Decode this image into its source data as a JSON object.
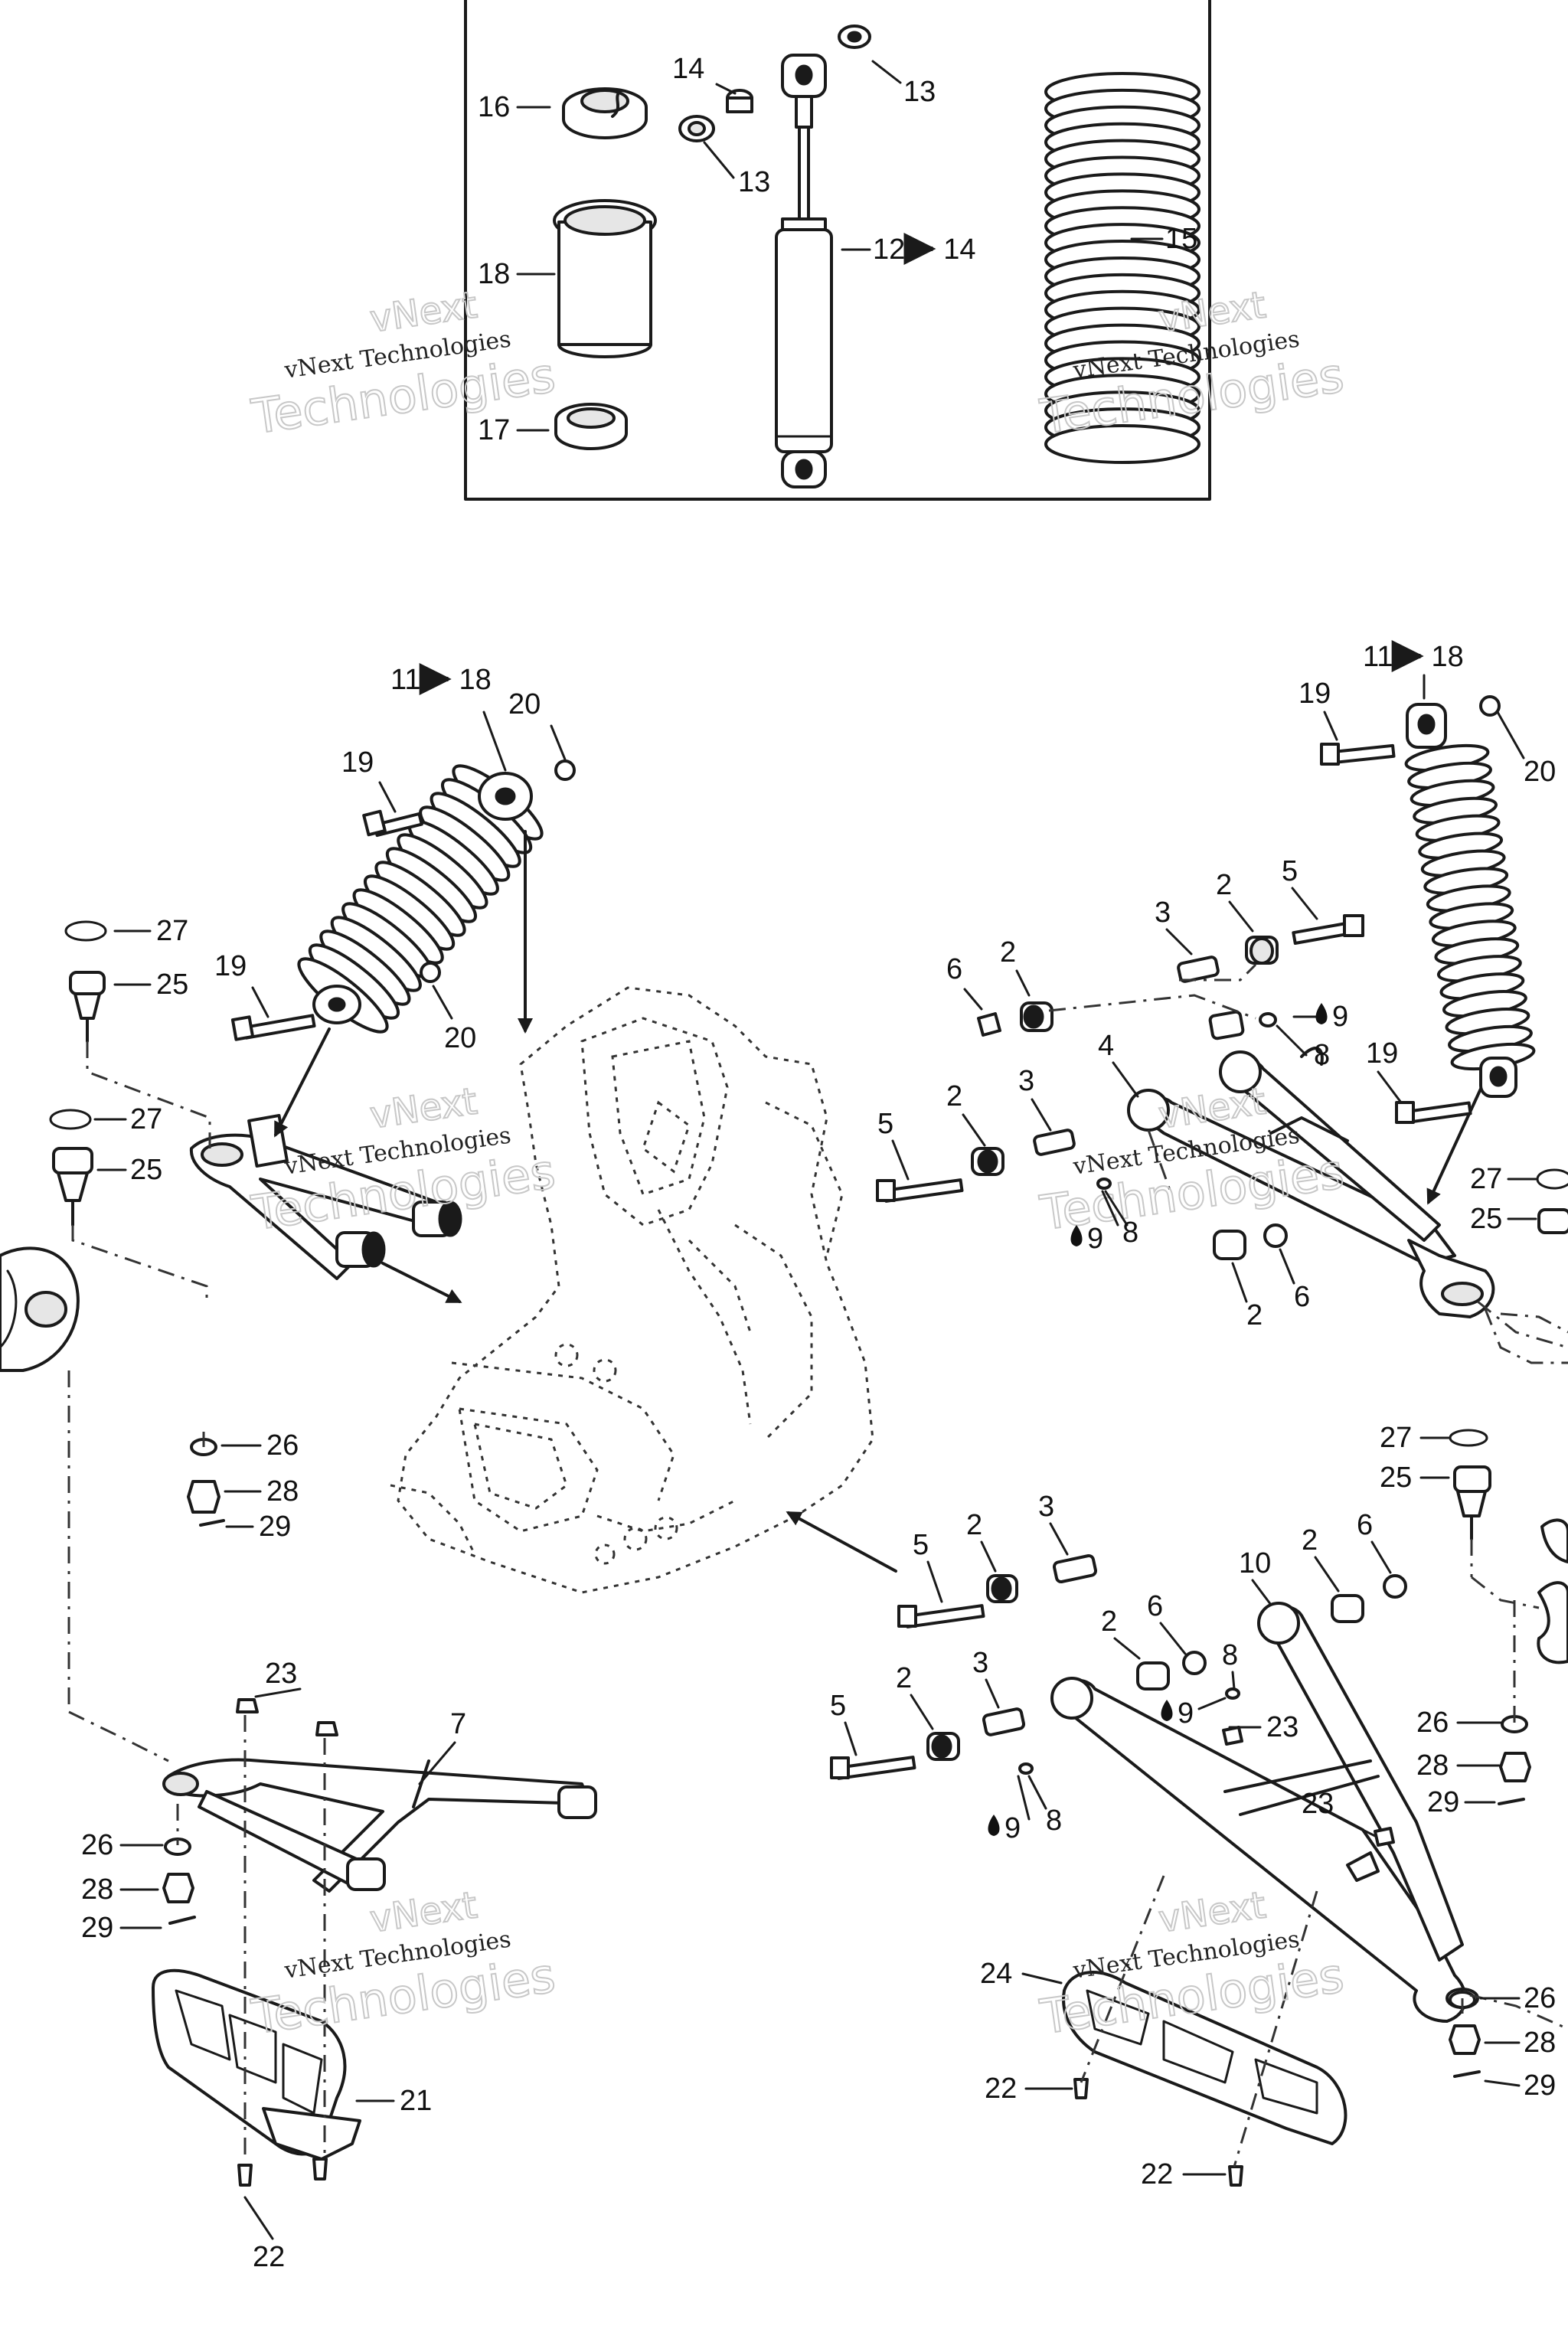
{
  "watermark": {
    "line1": "vNext",
    "line2": "Technologies",
    "caption": "vNext Technologies"
  },
  "callouts": {
    "c16": "16",
    "c18": "18",
    "c17": "17",
    "c14_top": "14",
    "c13_a": "13",
    "c13_b": "13",
    "c12_14": "12",
    "c12_14_to": "14",
    "c15": "15",
    "c11_18_left": "11",
    "c11_18_left_to": "18",
    "c20_left_a": "20",
    "c19_left_a": "19",
    "c27_left_a": "27",
    "c25_left_a": "25",
    "c19_left_b": "19",
    "c20_left_b": "20",
    "c27_left_b": "27",
    "c25_left_b": "25",
    "c26_left_a": "26",
    "c28_left_a": "28",
    "c29_left_a": "29",
    "c23_left": "23",
    "c7": "7",
    "c26_left_b": "26",
    "c28_left_b": "28",
    "c29_left_b": "29",
    "c21": "21",
    "c22_left": "22",
    "c11_18_right": "11",
    "c11_18_right_to": "18",
    "c19_right_a": "19",
    "c20_right_a": "20",
    "c3_r1": "3",
    "c2_r1": "2",
    "c5_r1": "5",
    "c6_r1": "6",
    "c2_r2": "2",
    "c9_r1": "9",
    "c8_r1": "8",
    "c4": "4",
    "c19_right_b": "19",
    "c5_r2": "5",
    "c2_r3": "2",
    "c3_r2": "3",
    "c9_r2": "9",
    "c8_r2": "8",
    "c27_right_a": "27",
    "c25_right_a": "25",
    "c2_r4": "2",
    "c6_r2": "6",
    "c27_right_b": "27",
    "c25_right_b": "25",
    "c5_r3": "5",
    "c2_r5": "2",
    "c3_r3": "3",
    "c10": "10",
    "c2_r6": "2",
    "c6_r3": "6",
    "c2_r7": "2",
    "c6_r4": "6",
    "c8_r3": "8",
    "c9_r3": "9",
    "c5_r4": "5",
    "c2_r8": "2",
    "c3_r4": "3",
    "c23_r1": "23",
    "c9_r4": "9",
    "c8_r4": "8",
    "c23_r2": "23",
    "c26_right_a": "26",
    "c28_right_a": "28",
    "c29_right_a": "29",
    "c24": "24",
    "c26_right_b": "26",
    "c28_right_b": "28",
    "c29_right_b": "29",
    "c22_right_a": "22",
    "c22_right_b": "22"
  }
}
